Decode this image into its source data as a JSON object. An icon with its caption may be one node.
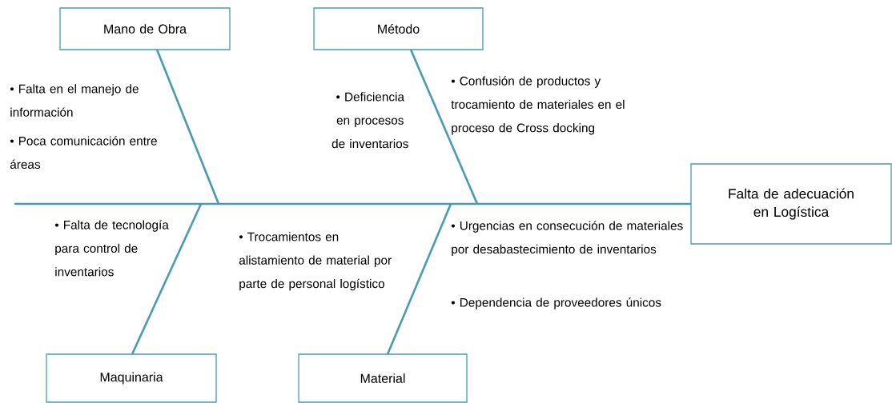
{
  "diagram": {
    "nodes": [
      {
        "text": [
          "Mano de Obra"
        ]
      },
      {
        "text": [
          "Método"
        ]
      },
      {
        "text": [
          "Maquinaria"
        ]
      },
      {
        "text": [
          "Material"
        ]
      },
      {
        "text": [
          "Falta de adecuación en Logística"
        ]
      }
    ],
    "edges": [
      {
        "from": null,
        "to": 4,
        "arrow": "none"
      },
      {
        "from": 0,
        "to": null,
        "arrow": "none"
      },
      {
        "from": 1,
        "to": null,
        "arrow": "none"
      },
      {
        "from": 2,
        "to": null,
        "arrow": "none"
      },
      {
        "from": 3,
        "to": null,
        "arrow": "none"
      }
    ],
    "labels": [
      "• Falta en el manejo de información",
      "• Poca comunicación entre áreas",
      "• Deficiencia en procesos de inventarios",
      "• Confusión de productos y trocamiento de materiales en el proceso de Cross docking",
      "• Falta de tecnología para control de inventarios",
      "• Trocamientos en alistamiento de material por parte de personal logístico",
      "• Urgencias en consecución de materiales por desabastecimiento de inventarios",
      "• Dependencia de proveedores únicos"
    ]
  }
}
